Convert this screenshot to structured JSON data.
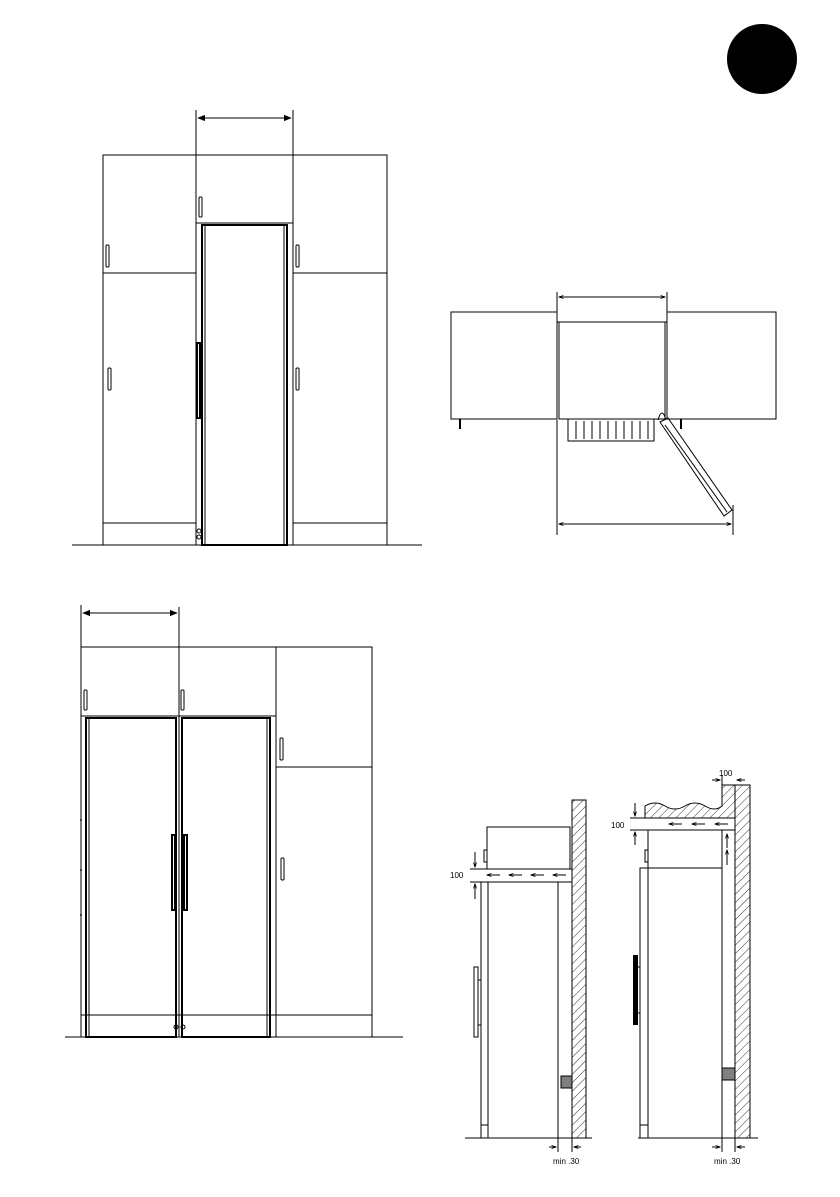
{
  "page_marker": {
    "shape": "filled-circle",
    "color": "#000000"
  },
  "figures": {
    "front_view_top": {},
    "top_view": {},
    "front_view_bottom": {},
    "ventilation_left": {
      "air_gap_label": "100",
      "wall_gap_label": "min .30"
    },
    "ventilation_right": {
      "top_gap_label": "100",
      "air_gap_label": "100",
      "wall_gap_label": "min .30"
    }
  },
  "colors": {
    "line": "#000000",
    "background": "#ffffff",
    "spacer": "#808080"
  }
}
